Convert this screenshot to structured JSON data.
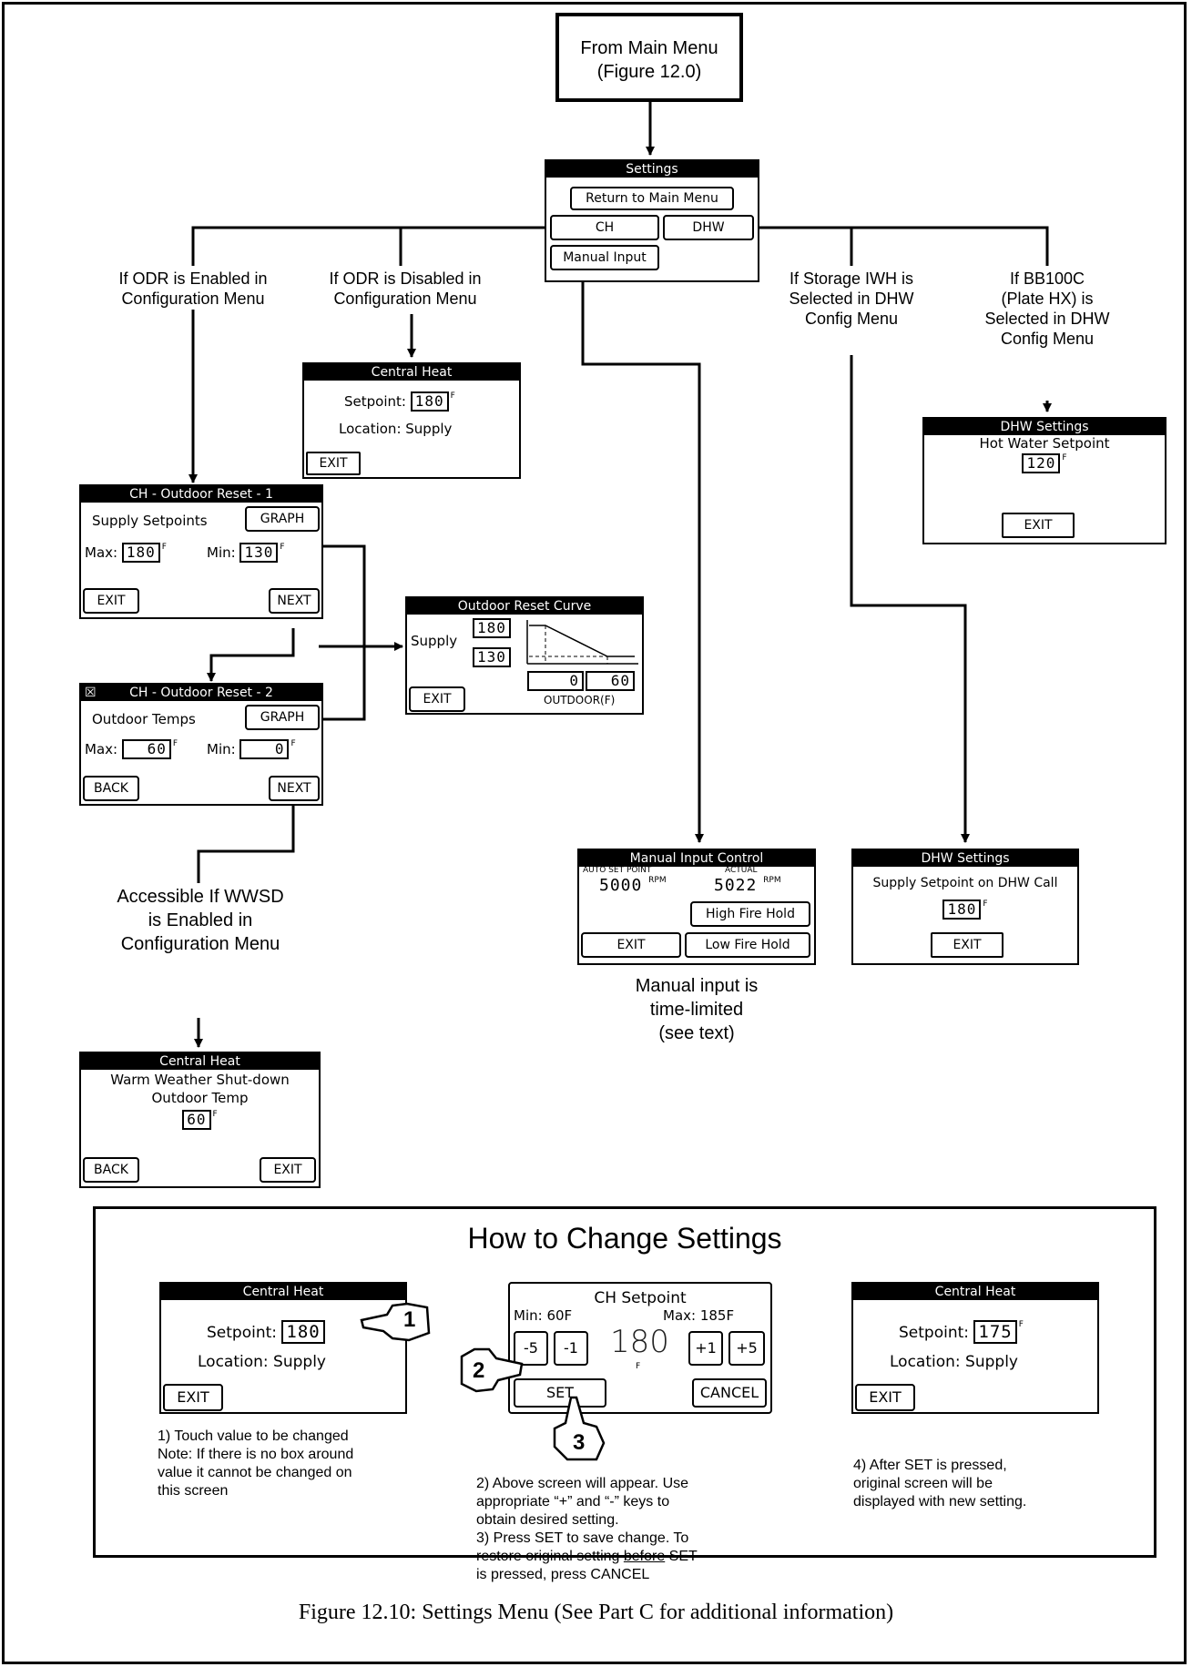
{
  "start_box": "From Main Menu\n(Figure 12.0)",
  "settings_screen": {
    "title": "Settings",
    "return_btn": "Return to Main Menu",
    "ch_btn": "CH",
    "dhw_btn": "DHW",
    "manual_btn": "Manual Input"
  },
  "labels": {
    "odr_enabled": "If ODR is Enabled in\nConfiguration Menu",
    "odr_disabled": "If ODR is Disabled in\nConfiguration Menu",
    "storage_iwh": "If Storage IWH is\nSelected in DHW\nConfig Menu",
    "bb100c": "If BB100C\n(Plate HX) is\nSelected in DHW\nConfig Menu",
    "wwsd": "Accessible If WWSD\nis Enabled in\nConfiguration Menu",
    "manual_note": "Manual input is\ntime-limited\n(see text)"
  },
  "central_heat_screen": {
    "title": "Central Heat",
    "setpoint_label": "Setpoint:",
    "setpoint": "180",
    "unit": "F",
    "location_label": "Location:",
    "location": "Supply",
    "exit": "EXIT"
  },
  "dhw_plate_screen": {
    "title": "DHW Settings",
    "label": "Hot Water Setpoint",
    "value": "120",
    "unit": "F",
    "exit": "EXIT"
  },
  "ch_reset1": {
    "title": "CH - Outdoor Reset - 1",
    "label": "Supply Setpoints",
    "graph": "GRAPH",
    "max_label": "Max:",
    "max": "180",
    "min_label": "Min:",
    "min": "130",
    "unit": "F",
    "exit": "EXIT",
    "next": "NEXT"
  },
  "ch_reset2": {
    "title": "CH - Outdoor Reset - 2",
    "x": "☒",
    "label": "Outdoor Temps",
    "graph": "GRAPH",
    "max_label": "Max:",
    "max": "60",
    "min_label": "Min:",
    "min": "0",
    "unit": "F",
    "back": "BACK",
    "next": "NEXT"
  },
  "reset_curve": {
    "title": "Outdoor Reset Curve",
    "supply": "Supply",
    "high": "180",
    "low": "130",
    "out_low": "0",
    "out_high": "60",
    "axis": "OUTDOOR(F)",
    "exit": "EXIT"
  },
  "manual_screen": {
    "title": "Manual Input Control",
    "auto_label": "AUTO SET POINT",
    "actual_label": "ACTUAL",
    "auto_value": "5000",
    "actual_value": "5022",
    "rpm": "RPM",
    "high_fire": "High Fire Hold",
    "low_fire": "Low Fire Hold",
    "exit": "EXIT"
  },
  "dhw_storage_screen": {
    "title": "DHW Settings",
    "label": "Supply Setpoint on DHW Call",
    "value": "180",
    "unit": "F",
    "exit": "EXIT"
  },
  "wwsd_screen": {
    "title": "Central Heat",
    "line1": "Warm Weather Shut-down",
    "line2": "Outdoor Temp",
    "value": "60",
    "unit": "F",
    "back": "BACK",
    "exit": "EXIT"
  },
  "how_to": {
    "heading": "How to Change Settings",
    "screen1": {
      "title": "Central Heat",
      "setpoint_label": "Setpoint:",
      "setpoint": "180",
      "location_label": "Location:",
      "location": "Supply",
      "exit": "EXIT"
    },
    "screen2": {
      "title": "CH Setpoint",
      "min": "Min: 60F",
      "max": "Max: 185F",
      "m5": "-5",
      "m1": "-1",
      "value": "180",
      "unit": "F",
      "p1": "+1",
      "p5": "+5",
      "set": "SET",
      "cancel": "CANCEL"
    },
    "screen3": {
      "title": "Central Heat",
      "setpoint_label": "Setpoint:",
      "setpoint": "175",
      "unit": "F",
      "location_label": "Location:",
      "location": "Supply",
      "exit": "EXIT"
    },
    "step1": "1",
    "step2": "2",
    "step3": "3",
    "note1": "1) Touch value to be changed\nNote: If there is no box around\nvalue it cannot be changed on\nthis screen",
    "note2a": "2) Above screen will appear. Use\nappropriate “+” and “-” keys to\nobtain desired setting.\n3) Press SET to save change. To\nrestore original setting ",
    "note2_before": "before",
    "note2b": " SET\nis pressed, press CANCEL",
    "note3": "4) After SET is pressed,\noriginal screen will be\ndisplayed with new setting."
  },
  "caption": "Figure 12.10: Settings Menu  (See Part C for additional information)"
}
